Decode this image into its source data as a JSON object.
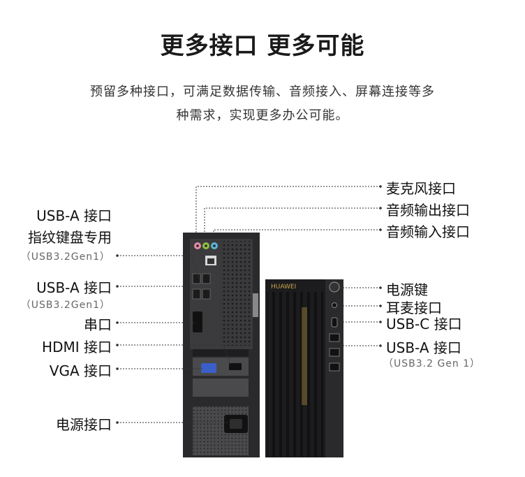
{
  "title": "更多接口 更多可能",
  "description": {
    "line1": "预留多种接口，可满足数据传输、音频接入、屏幕连接等多",
    "line2": "种需求，实现更多办公可能。"
  },
  "left_labels": {
    "usb_a_fp_1": "USB-A 接口",
    "usb_a_fp_2": "指纹键盘专用",
    "usb_a_fp_sub": "（USB3.2Gen1）",
    "usb_a": "USB-A 接口",
    "usb_a_sub": "（USB3.2Gen1）",
    "serial": "串口",
    "hdmi": "HDMI 接口",
    "vga": "VGA 接口",
    "power": "电源接口"
  },
  "right_labels": {
    "mic": "麦克风接口",
    "audio_out": "音频输出接口",
    "audio_in": "音频输入接口",
    "power_key": "电源键",
    "headset": "耳麦接口",
    "usb_c": "USB-C 接口",
    "usb_a": "USB-A 接口",
    "usb_a_sub": "（USB3.2 Gen 1）"
  },
  "brand": "HUAWEI",
  "colors": {
    "chassis": "#2a2a2c",
    "front_panel": "#1c1c1e",
    "leader": "#333333",
    "mic_jack": "#e58aa8",
    "audio_out_jack": "#8fbf3f",
    "audio_in_jack": "#5fb3d6",
    "vga_port": "#3a5fc8",
    "accent_gold": "#c8a24a"
  }
}
